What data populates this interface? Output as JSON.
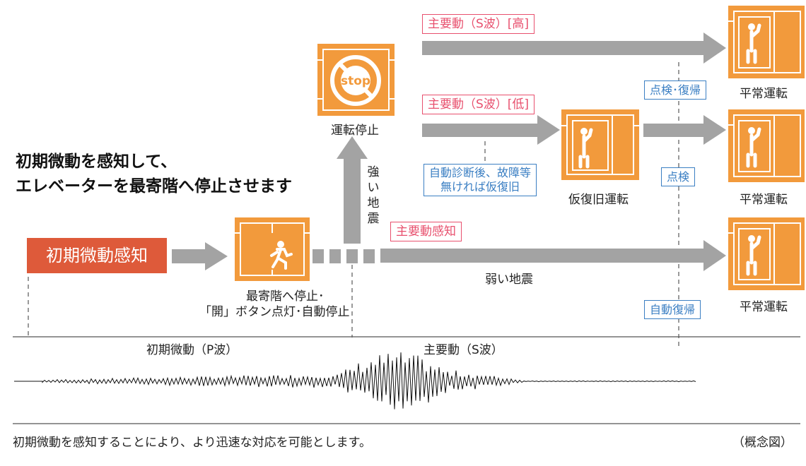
{
  "headline": {
    "line1": "初期微動を感知して、",
    "line2": "エレベーターを最寄階へ停止させます"
  },
  "initial_detection": "初期微動感知",
  "stop_nearest": {
    "line1": "最寄階へ停止･",
    "line2": "「開」ボタン点灯･自動停止"
  },
  "strong_quake": [
    "強",
    "い",
    "地",
    "震"
  ],
  "operation_stop": "運転停止",
  "stop_sign_text": "stop",
  "s_wave_high": "主要動（S波）[高]",
  "s_wave_low": "主要動（S波）[低]",
  "main_motion_detect": "主要動感知",
  "auto_diag": {
    "line1": "自動診断後、故障等",
    "line2": "無ければ仮復旧"
  },
  "temp_recovery": "仮復旧運転",
  "inspect_restore": "点検･復帰",
  "inspect": "点検",
  "auto_restore": "自動復帰",
  "normal_op_1": "平常運転",
  "normal_op_2": "平常運転",
  "normal_op_3": "平常運転",
  "weak_quake": "弱い地震",
  "p_wave": "初期微動（P波）",
  "s_wave": "主要動（S波）",
  "footnote": "初期微動を感知することにより、より迅速な対応を可能とします。",
  "concept": "（概念図）",
  "colors": {
    "orange": "#f29a3c",
    "arrow_gray": "#a3a3a3",
    "red_box": "#de5a3a",
    "pink": "#e8506e",
    "blue": "#3b7fc3"
  },
  "icons": [
    "elevator-running-person-icon",
    "elevator-stop-icon",
    "elevator-person-icon"
  ]
}
